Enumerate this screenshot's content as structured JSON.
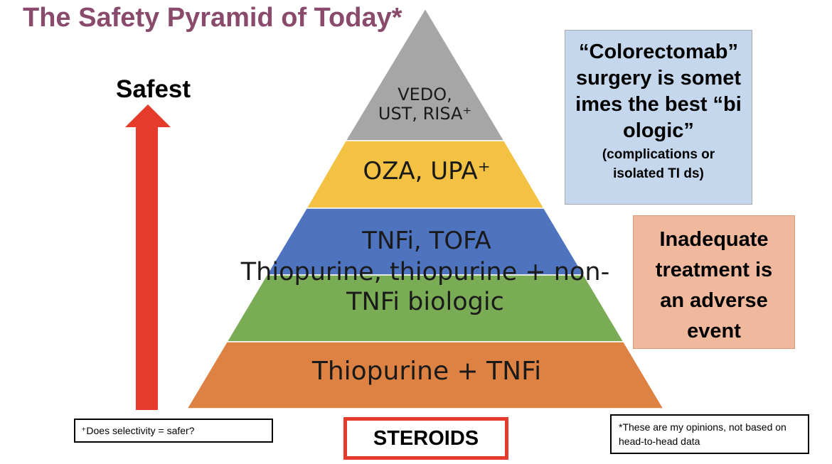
{
  "title": "The Safety Pyramid of Today*",
  "arrow_label": "Safest",
  "colors": {
    "title": "#8a4a6b",
    "arrow": "#e53b2c",
    "tier_top": "#a6a6a6",
    "tier_2": "#f4c242",
    "tier_3": "#4e73bf",
    "tier_4": "#7aac56",
    "tier_bottom": "#dd8242",
    "blue_box": "#c4d7ec",
    "orange_box": "#f0b99e",
    "steroids_border": "#e53b2c"
  },
  "pyramid": {
    "tiers": [
      {
        "label_line1": "VEDO,",
        "label_line2": "UST, RISA⁺"
      },
      {
        "label": "OZA, UPA⁺"
      },
      {
        "label": "TNFi, TOFA"
      },
      {
        "label": "Thiopurine, thiopurine + non-TNFi biologic"
      },
      {
        "label": "Thiopurine + TNFi"
      }
    ]
  },
  "surgery_box": {
    "main": "“Colorectomab” surgery is sometimes the best “biologic”",
    "sub": "(complications or isolated TI ds)"
  },
  "adverse_box": {
    "text": "Inadequate treatment is an adverse event"
  },
  "footnote_left": "⁺Does selectivity = safer?",
  "steroids": "STEROIDS",
  "footnote_right": "*These are my opinions, not based on head-to-head data"
}
